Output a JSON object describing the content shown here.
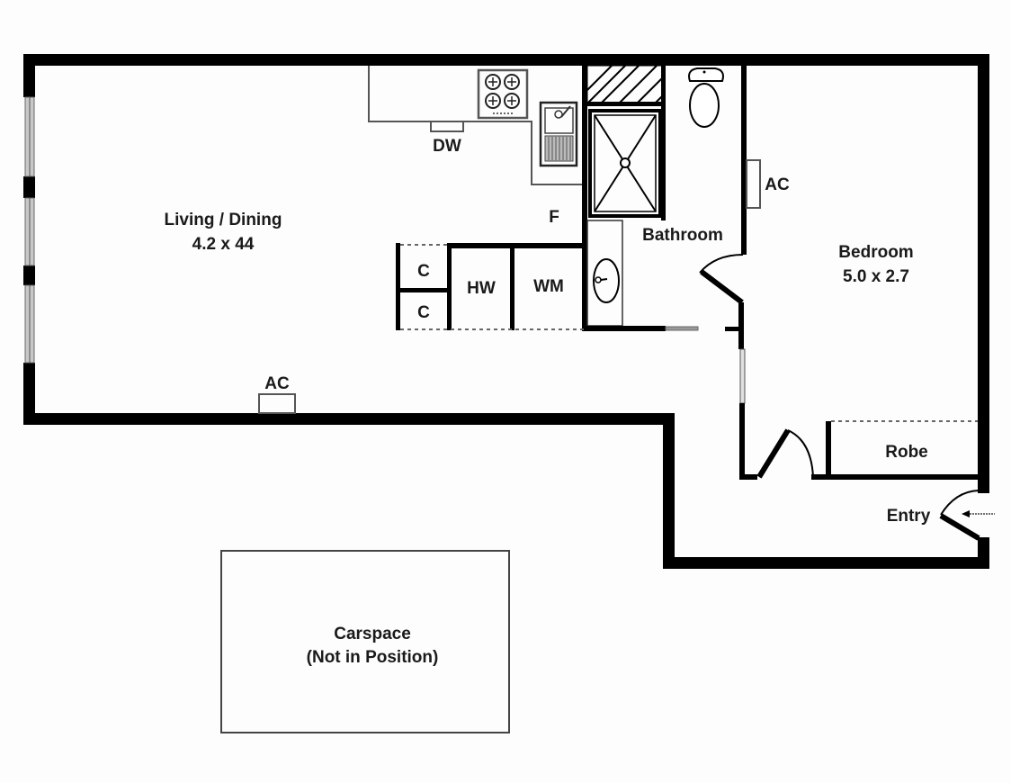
{
  "floorplan": {
    "rooms": {
      "living": {
        "name": "Living / Dining",
        "dims": "4.2 x 44"
      },
      "bedroom": {
        "name": "Bedroom",
        "dims": "5.0 x 2.7"
      },
      "bathroom": {
        "name": "Bathroom"
      },
      "robe": {
        "name": "Robe"
      },
      "entry": {
        "name": "Entry"
      },
      "carspace": {
        "name": "Carspace",
        "note": "(Not in Position)"
      }
    },
    "fixtures": {
      "dishwasher": "DW",
      "fridge": "F",
      "hot_water": "HW",
      "washing_machine": "WM",
      "cupboard_1": "C",
      "cupboard_2": "C",
      "ac_living": "AC",
      "ac_bedroom": "AC"
    },
    "colors": {
      "wall": "#000000",
      "background": "#fdfdfd",
      "fixture_line": "#555555",
      "window_fill": "#c8c8c8"
    }
  }
}
